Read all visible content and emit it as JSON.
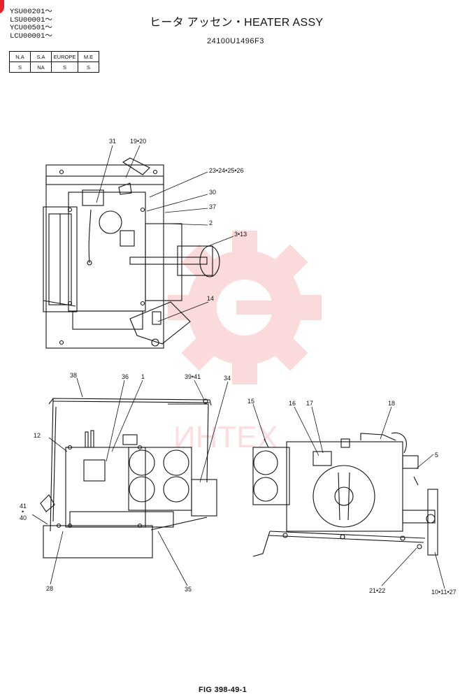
{
  "header": {
    "serials": [
      "YSU00201～",
      "LSU00001～",
      "YCU00501～",
      "LCU00001～"
    ],
    "title": "ヒータ アッセン・HEATER ASSY",
    "part_number": "24100U1496F3"
  },
  "market_table": {
    "headers": [
      "N.A",
      "S.A",
      "EUROPE",
      "M.E"
    ],
    "values": [
      "S",
      "NA",
      "S",
      "S"
    ]
  },
  "callouts": {
    "c31": "31",
    "c19_20": "19•20",
    "c23_26": "23•24•25•26",
    "c30": "30",
    "c37": "37",
    "c2": "2",
    "c3_13": "3•13",
    "c14": "14",
    "c38": "38",
    "c36": "36",
    "c1": "1",
    "c39_41": "39•41",
    "c34": "34",
    "c12": "12",
    "c41_40a": "41",
    "c41_40dot": "•",
    "c41_40b": "40",
    "c28": "28",
    "c35": "35",
    "c15": "15",
    "c16": "16",
    "c17": "17",
    "c18": "18",
    "c5": "5",
    "c21_22": "21•22",
    "c10_27": "10•11•27"
  },
  "watermark": {
    "text": "ИНТЕХ",
    "color": "#e8212a"
  },
  "footer": {
    "figure": "FIG 398-49-1"
  }
}
